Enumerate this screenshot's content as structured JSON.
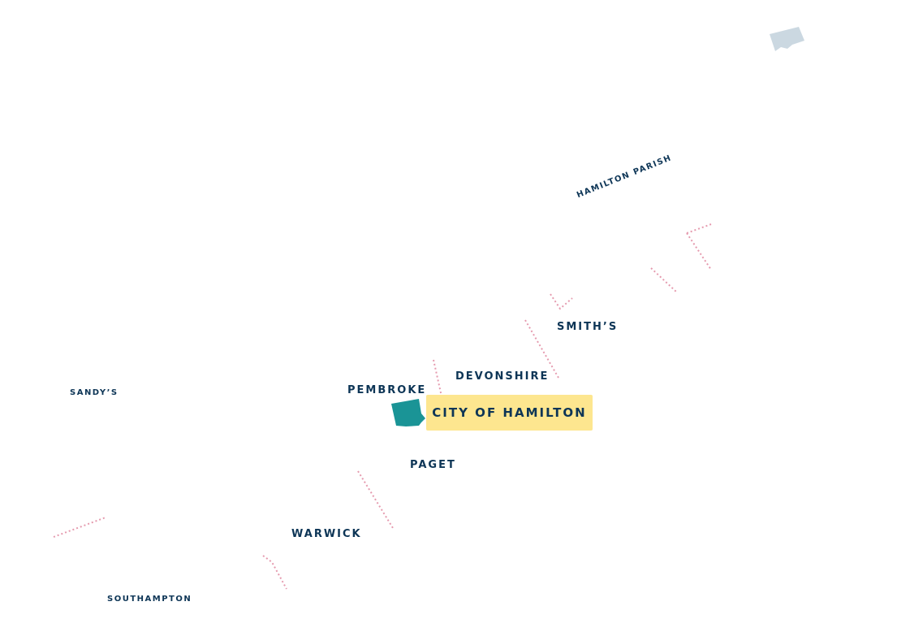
{
  "colors": {
    "label": "#0d3556",
    "highlight": "#fde68f",
    "selected_region": "#1a9496",
    "boundary": "#e59aae",
    "island": "#cbd8e1"
  },
  "labels": {
    "hamilton_parish": "HAMILTON PARISH",
    "smiths": "SMITH’S",
    "devonshire": "DEVONSHIRE",
    "pembroke": "PEMBROKE",
    "sandys": "SANDY’S",
    "paget": "PAGET",
    "warwick": "WARWICK",
    "southampton": "SOUTHAMPTON"
  },
  "highlight": {
    "label": "CITY OF HAMILTON"
  }
}
